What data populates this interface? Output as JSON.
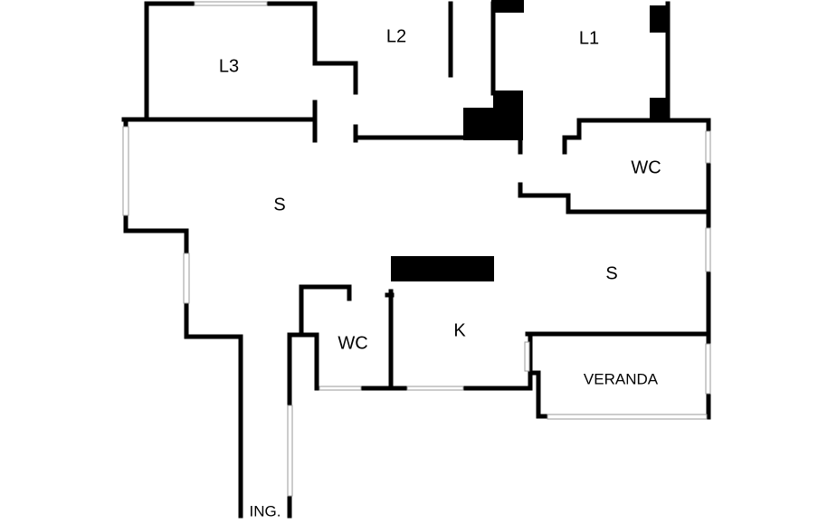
{
  "rooms": {
    "l3": "L3",
    "l2": "L2",
    "l1": "L1",
    "s_main": "S",
    "wc_right": "WC",
    "s_right": "S",
    "wc_small": "WC",
    "kitchen": "K",
    "veranda": "VERANDA",
    "entrance": "ING."
  }
}
